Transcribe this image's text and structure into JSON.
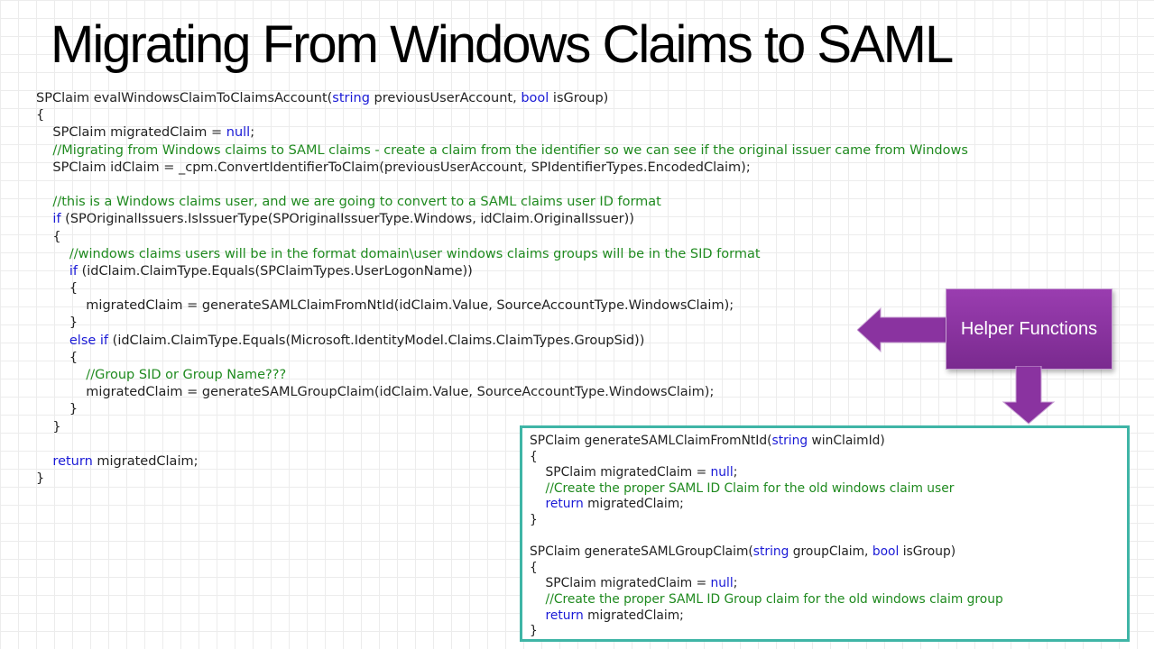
{
  "title": "Migrating From Windows Claims to SAML",
  "helper": {
    "label": "Helper Functions"
  },
  "colors": {
    "keyword": "#1a1ad6",
    "comment": "#1f8a1f",
    "text": "#222222",
    "box_border": "#3fb5a6",
    "helper_fill": "#8a33a0"
  },
  "main_code": [
    [
      [
        "t",
        "SPClaim evalWindowsClaimToClaimsAccount("
      ],
      [
        "k",
        "string"
      ],
      [
        "t",
        " previousUserAccount, "
      ],
      [
        "k",
        "bool"
      ],
      [
        "t",
        " isGroup)"
      ]
    ],
    [
      [
        "t",
        "{"
      ]
    ],
    [
      [
        "t",
        "    SPClaim migratedClaim = "
      ],
      [
        "k",
        "null"
      ],
      [
        "t",
        ";"
      ]
    ],
    [
      [
        "c",
        "    //Migrating from Windows claims to SAML claims - create a claim from the identifier so we can see if the original issuer came from Windows"
      ]
    ],
    [
      [
        "t",
        "    SPClaim idClaim = _cpm.ConvertIdentifierToClaim(previousUserAccount, SPIdentifierTypes.EncodedClaim);"
      ]
    ],
    [
      [
        "t",
        ""
      ]
    ],
    [
      [
        "c",
        "    //this is a Windows claims user, and we are going to convert to a SAML claims user ID format"
      ]
    ],
    [
      [
        "k",
        "    if"
      ],
      [
        "t",
        " (SPOriginalIssuers.IsIssuerType(SPOriginalIssuerType.Windows, idClaim.OriginalIssuer))"
      ]
    ],
    [
      [
        "t",
        "    {"
      ]
    ],
    [
      [
        "c",
        "        //windows claims users will be in the format domain\\user windows claims groups will be in the SID format"
      ]
    ],
    [
      [
        "k",
        "        if"
      ],
      [
        "t",
        " (idClaim.ClaimType.Equals(SPClaimTypes.UserLogonName))"
      ]
    ],
    [
      [
        "t",
        "        {"
      ]
    ],
    [
      [
        "t",
        "            migratedClaim = generateSAMLClaimFromNtId(idClaim.Value, SourceAccountType.WindowsClaim);"
      ]
    ],
    [
      [
        "t",
        "        }"
      ]
    ],
    [
      [
        "k",
        "        else if"
      ],
      [
        "t",
        " (idClaim.ClaimType.Equals(Microsoft.IdentityModel.Claims.ClaimTypes.GroupSid))"
      ]
    ],
    [
      [
        "t",
        "        {"
      ]
    ],
    [
      [
        "c",
        "            //Group SID or Group Name???"
      ]
    ],
    [
      [
        "t",
        "            migratedClaim = generateSAMLGroupClaim(idClaim.Value, SourceAccountType.WindowsClaim);"
      ]
    ],
    [
      [
        "t",
        "        }"
      ]
    ],
    [
      [
        "t",
        "    }"
      ]
    ],
    [
      [
        "t",
        ""
      ]
    ],
    [
      [
        "k",
        "    return"
      ],
      [
        "t",
        " migratedClaim;"
      ]
    ],
    [
      [
        "t",
        "}"
      ]
    ]
  ],
  "helper_code": [
    [
      [
        "t",
        "SPClaim generateSAMLClaimFromNtId("
      ],
      [
        "k",
        "string"
      ],
      [
        "t",
        " winClaimId)"
      ]
    ],
    [
      [
        "t",
        "{"
      ]
    ],
    [
      [
        "t",
        "    SPClaim migratedClaim = "
      ],
      [
        "k",
        "null"
      ],
      [
        "t",
        ";"
      ]
    ],
    [
      [
        "c",
        "    //Create the proper SAML ID Claim for the old windows claim user"
      ]
    ],
    [
      [
        "k",
        "    return"
      ],
      [
        "t",
        " migratedClaim;"
      ]
    ],
    [
      [
        "t",
        "}"
      ]
    ],
    [
      [
        "t",
        ""
      ]
    ],
    [
      [
        "t",
        "SPClaim generateSAMLGroupClaim("
      ],
      [
        "k",
        "string"
      ],
      [
        "t",
        " groupClaim, "
      ],
      [
        "k",
        "bool"
      ],
      [
        "t",
        " isGroup)"
      ]
    ],
    [
      [
        "t",
        "{"
      ]
    ],
    [
      [
        "t",
        "    SPClaim migratedClaim = "
      ],
      [
        "k",
        "null"
      ],
      [
        "t",
        ";"
      ]
    ],
    [
      [
        "c",
        "    //Create the proper SAML ID Group claim for the old windows claim group"
      ]
    ],
    [
      [
        "k",
        "    return"
      ],
      [
        "t",
        " migratedClaim;"
      ]
    ],
    [
      [
        "t",
        "}"
      ]
    ]
  ]
}
